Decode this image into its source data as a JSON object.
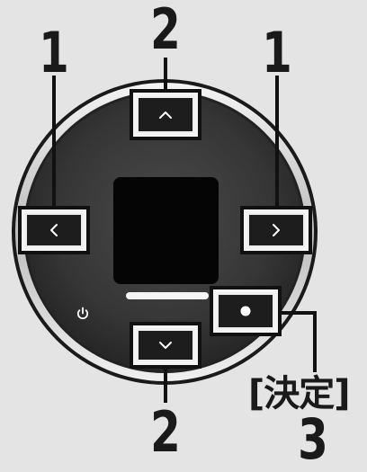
{
  "callouts": {
    "left_number": "1",
    "right_number": "1",
    "up_number": "2",
    "down_number": "2",
    "enter_label": "[決定]",
    "enter_number": "3"
  },
  "buttons": {
    "up_icon": "chevron-up-icon",
    "down_icon": "chevron-down-icon",
    "left_icon": "chevron-left-icon",
    "right_icon": "chevron-right-icon",
    "enter_icon": "dot-icon",
    "power_icon": "power-icon"
  },
  "colors": {
    "background": "#e4e4e4",
    "dial": "#3a3a3a",
    "button": "#1b1b1b",
    "callout": "#111111"
  }
}
